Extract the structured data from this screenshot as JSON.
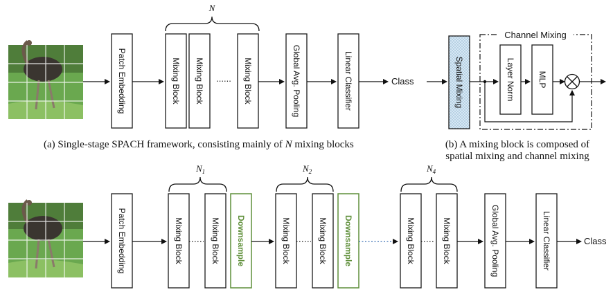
{
  "top": {
    "patch_embedding": "Patch Embedding",
    "mixing_block": "Mixing Block",
    "ellipsis": "......",
    "n_label": "N",
    "global_pooling": "Global Avg. Pooling",
    "linear_classifier": "Linear Classifier",
    "output": "Class",
    "caption_prefix": "(a) Single-stage SPACH framework, consisting mainly of ",
    "caption_n": "N",
    "caption_suffix": " mixing blocks"
  },
  "block_detail": {
    "spatial_mixing": "Spatial Mixing",
    "channel_mixing": "Channel Mixing",
    "layer_norm": "Layer Norm",
    "mlp": "MLP",
    "caption_line1": "(b) A mixing block is composed of",
    "caption_line2": "spatial mixing and channel mixing"
  },
  "bottom": {
    "patch_embedding": "Patch Embedding",
    "mixing_block": "Mixing Block",
    "downsample": "Downsample",
    "n1": "N",
    "n1_sub": "1",
    "n2": "N",
    "n2_sub": "2",
    "n4": "N",
    "n4_sub": "4",
    "global_pooling": "Global Avg. Pooling",
    "linear_classifier": "Linear Classifier",
    "output": "Class"
  },
  "colors": {
    "downsample": "#5f8f3a",
    "spatial_fill": "#cfe4f3",
    "grass": "#6aa84f",
    "ostrich": "#3a3530"
  }
}
